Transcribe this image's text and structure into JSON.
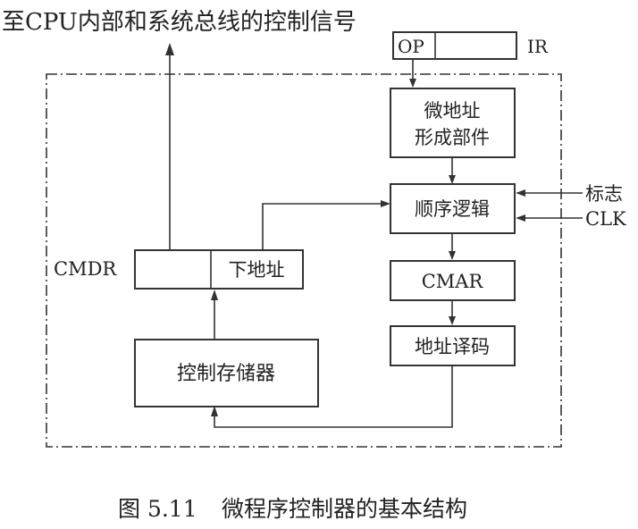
{
  "top_signal_text": "至CPU内部和系统总线的控制信号",
  "ir": {
    "op_label": "OP",
    "name": "IR"
  },
  "blocks": {
    "addr_former_line1": "微地址",
    "addr_former_line2": "形成部件",
    "seq_logic": "顺序逻辑",
    "cmar": "CMAR",
    "addr_decode": "地址译码",
    "control_store": "控制存储器",
    "next_addr": "下地址"
  },
  "side_labels": {
    "cmdr": "CMDR",
    "flags": "标志",
    "clk": "CLK"
  },
  "caption": {
    "number": "图 5.11",
    "title": "微程序控制器的基本结构"
  }
}
